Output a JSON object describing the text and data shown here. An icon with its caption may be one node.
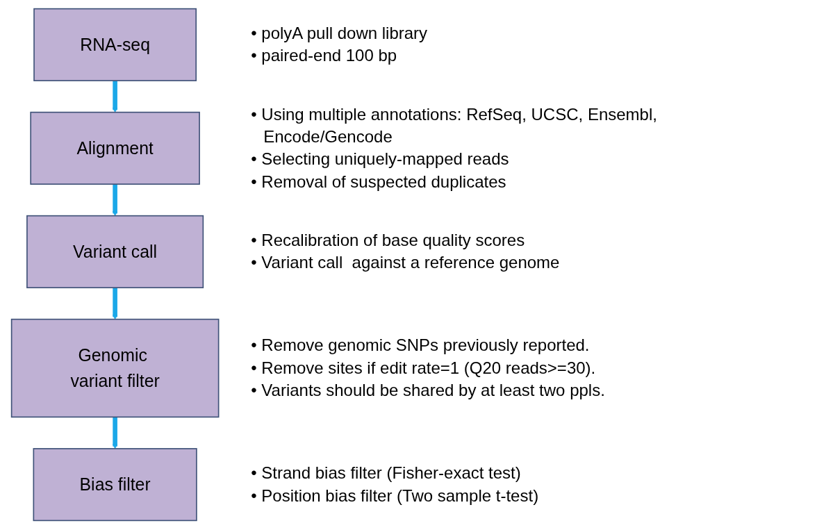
{
  "diagram": {
    "nodes": [
      {
        "text": [
          "RNA-seq"
        ],
        "beside": [
          "• polyA pull down library",
          "• paired-end 100 bp"
        ]
      },
      {
        "text": [
          "Alignment"
        ],
        "beside": [
          "• Using multiple annotations: RefSeq, UCSC, Ensembl, Encode/Gencode",
          "• Selecting uniquely-mapped reads",
          "• Removal of suspected duplicates"
        ]
      },
      {
        "text": [
          "Variant call"
        ],
        "beside": [
          "• Recalibration of base quality scores",
          "• Variant call  against a reference genome"
        ]
      },
      {
        "text": [
          "Genomic variant filter"
        ],
        "beside": [
          "• Remove genomic SNPs previously reported.",
          "• Remove sites if edit rate=1 (Q20 reads>=30).",
          "• Variants should be shared by at least two ppls."
        ]
      },
      {
        "text": [
          "Bias filter"
        ],
        "beside": [
          "• Strand bias filter (Fisher-exact test)",
          "• Position bias filter (Two sample t-test)"
        ]
      }
    ],
    "edges": [
      {
        "from": 0,
        "to": 1,
        "arrow": "to"
      },
      {
        "from": 1,
        "to": 2,
        "arrow": "to"
      },
      {
        "from": 2,
        "to": 3,
        "arrow": "to"
      },
      {
        "from": 3,
        "to": 4,
        "arrow": "to"
      }
    ]
  }
}
